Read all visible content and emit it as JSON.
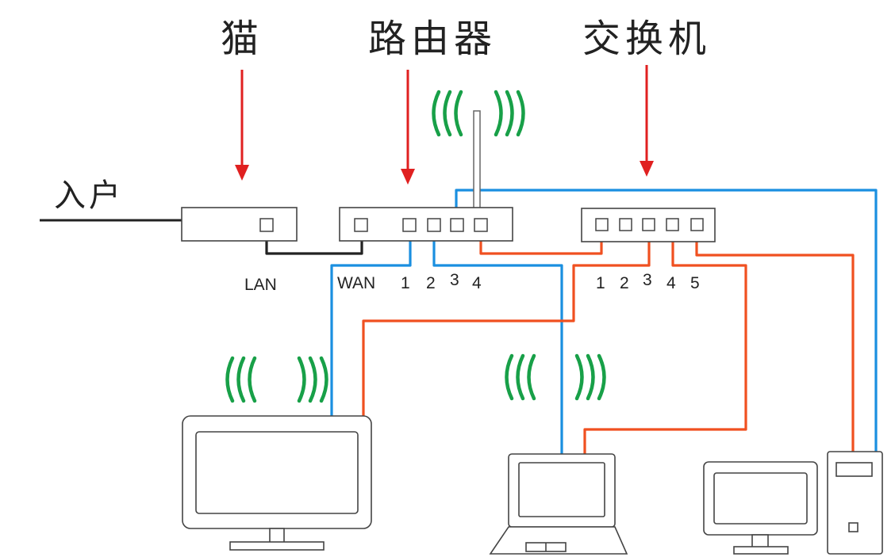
{
  "labels": {
    "modem": "猫",
    "router": "路由器",
    "switch": "交换机",
    "entry": "入户",
    "modem_port": "LAN",
    "router_wan": "WAN",
    "router_ports": [
      "1",
      "2",
      "3",
      "4"
    ],
    "switch_ports": [
      "1",
      "2",
      "3",
      "4",
      "5"
    ]
  },
  "icons": {
    "wifi": "wifi-signal-icon",
    "arrow": "arrow-down-icon"
  },
  "colors": {
    "arrow": "#e02020",
    "blue_cable": "#1a8fe0",
    "orange_cable": "#f05020",
    "black_cable": "#222222",
    "wifi": "#18a048"
  }
}
